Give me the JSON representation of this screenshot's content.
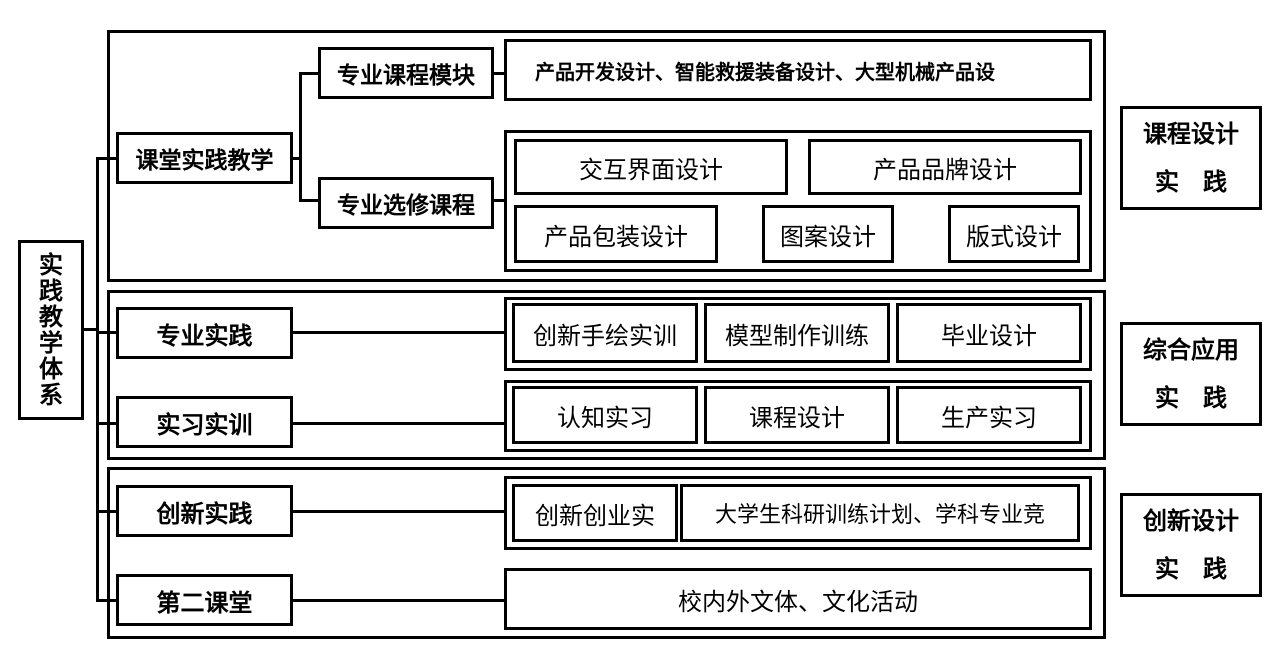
{
  "root": {
    "chars": [
      "实",
      "践",
      "教",
      "学",
      "体",
      "系"
    ]
  },
  "left": {
    "classroom": "课堂实践教学",
    "professional": "专业实践",
    "internship": "实习实训",
    "innovation": "创新实践",
    "second": "第二课堂"
  },
  "mid": {
    "module": "专业课程模块",
    "elective": "专业选修课程"
  },
  "right": {
    "module_text": "产品开发设计、智能救援装备设计、大型机械产品设",
    "electives": [
      "交互界面设计",
      "产品品牌设计",
      "产品包装设计",
      "图案设计",
      "版式设计"
    ],
    "professional": [
      "创新手绘实训",
      "模型制作训练",
      "毕业设计"
    ],
    "internship": [
      "认知实习",
      "课程设计",
      "生产实习"
    ],
    "innovation": [
      "创新创业实",
      "大学生科研训练计划、学科专业竞"
    ],
    "second": "校内外文体、文化活动"
  },
  "side": {
    "s1": [
      "课程设计",
      "实　践"
    ],
    "s2": [
      "综合应用",
      "实　践"
    ],
    "s3": [
      "创新设计",
      "实　践"
    ]
  }
}
